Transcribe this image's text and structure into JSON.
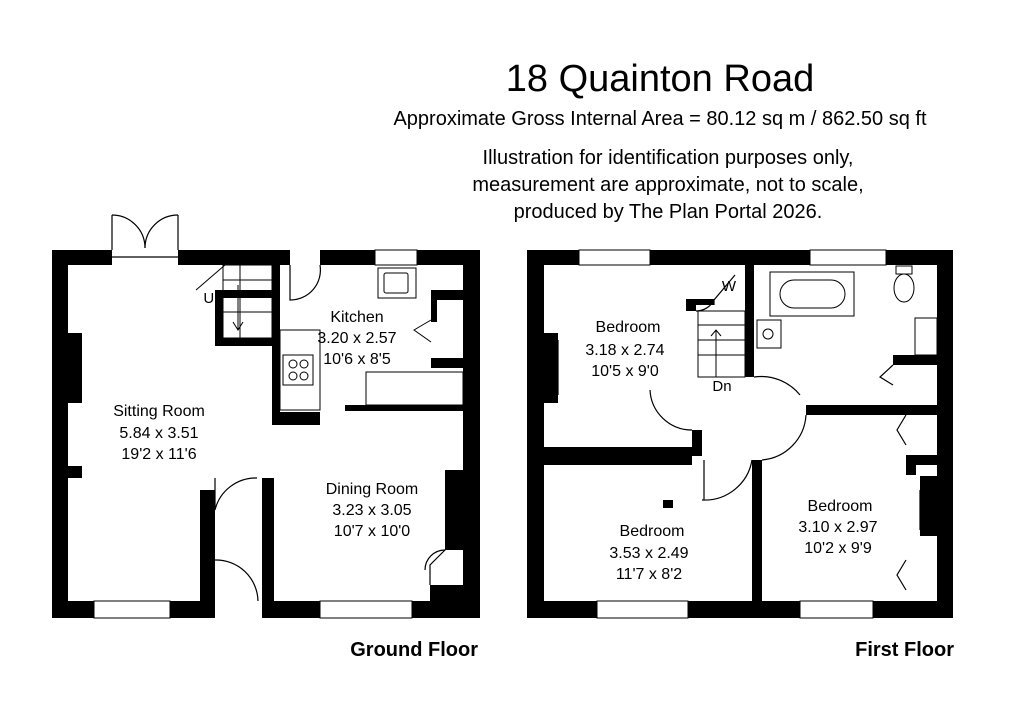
{
  "header": {
    "title": "18 Quainton Road",
    "area": "Approximate Gross Internal Area = 80.12 sq m / 862.50 sq ft",
    "disclaimer": [
      "Illustration for identification purposes only,",
      "measurement are approximate, not to scale,",
      "produced by The Plan Portal 2026."
    ]
  },
  "ground_floor": {
    "label": "Ground Floor",
    "stair_label": "Up",
    "rooms": {
      "sitting": {
        "name": "Sitting Room",
        "metric": "5.84 x 3.51",
        "imperial": "19'2 x 11'6"
      },
      "kitchen": {
        "name": "Kitchen",
        "metric": "3.20 x 2.57",
        "imperial": "10'6 x 8'5"
      },
      "dining": {
        "name": "Dining Room",
        "metric": "3.23 x 3.05",
        "imperial": "10'7 x 10'0"
      }
    }
  },
  "first_floor": {
    "label": "First Floor",
    "stair_label": "Dn",
    "wardrobe_label": "W",
    "rooms": {
      "bed1": {
        "name": "Bedroom",
        "metric": "3.18 x 2.74",
        "imperial": "10'5 x 9'0"
      },
      "bed2": {
        "name": "Bedroom",
        "metric": "3.53 x 2.49",
        "imperial": "11'7 x 8'2"
      },
      "bed3": {
        "name": "Bedroom",
        "metric": "3.10 x 2.97",
        "imperial": "10'2 x 9'9"
      }
    }
  }
}
